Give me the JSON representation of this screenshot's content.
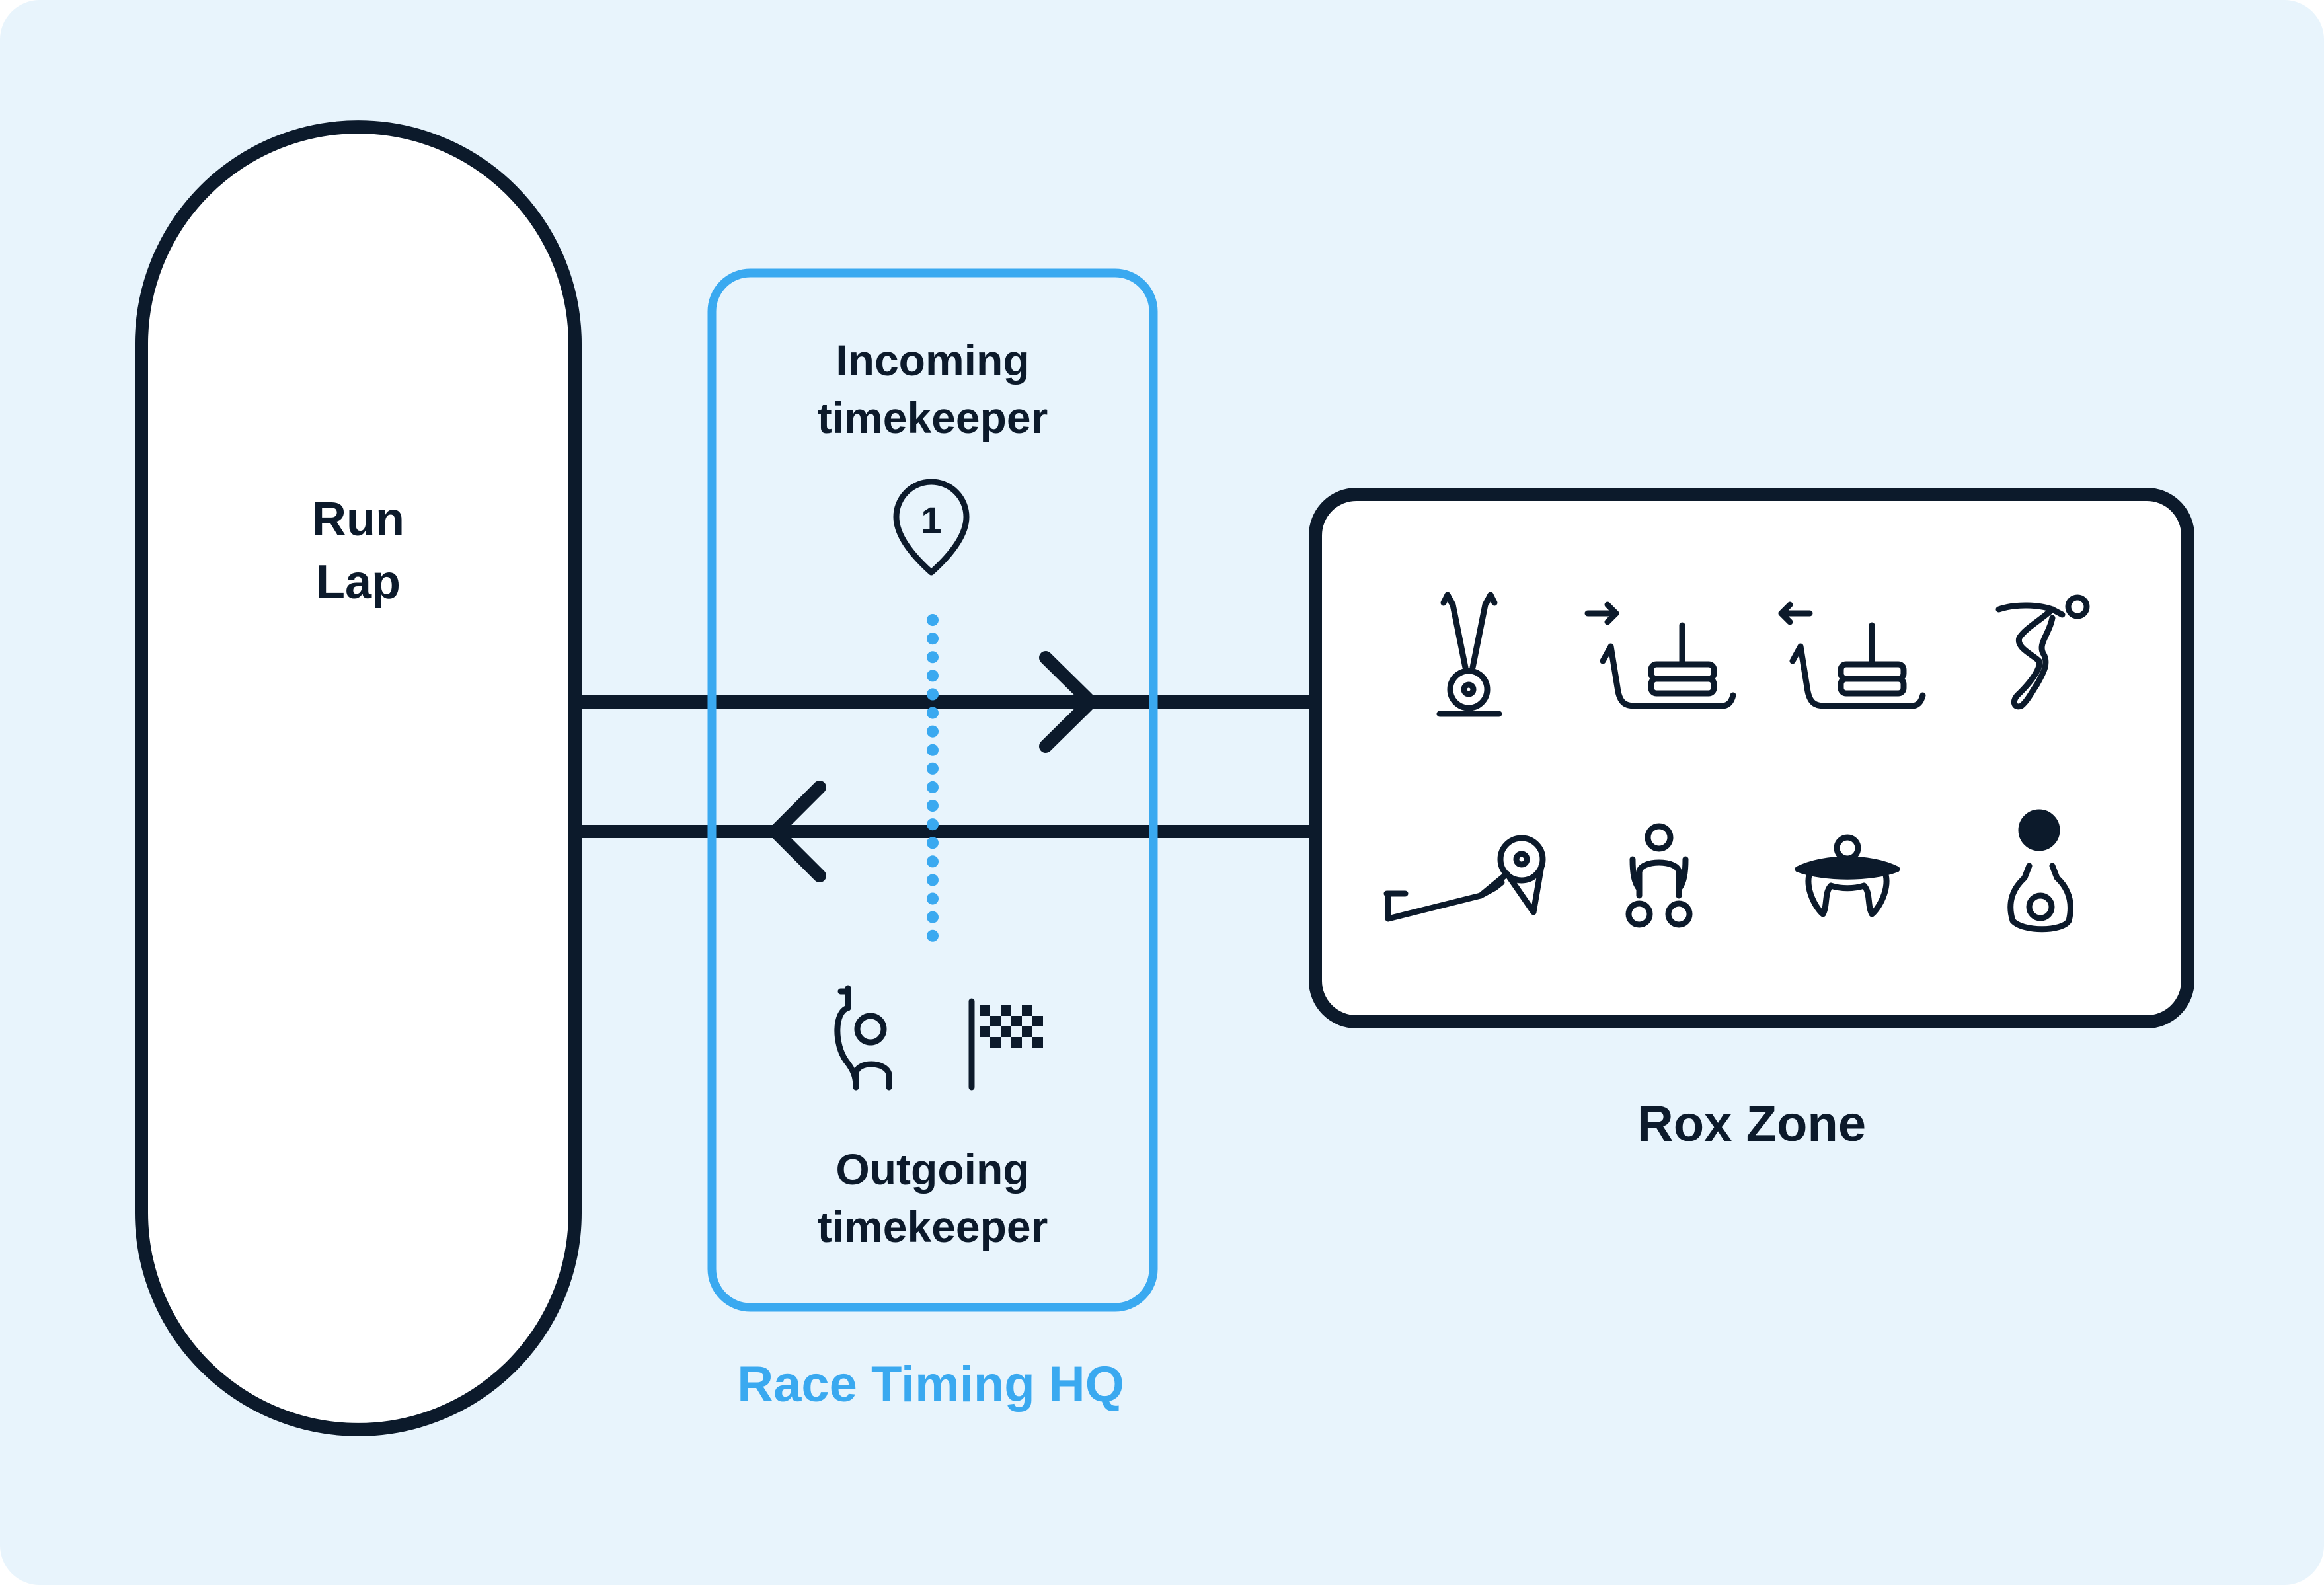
{
  "run_lap": {
    "label_line1": "Run",
    "label_line2": "Lap"
  },
  "timing_hq": {
    "title": "Race Timing HQ",
    "incoming": {
      "line1": "Incoming",
      "line2": "timekeeper",
      "marker_number": "1"
    },
    "outgoing": {
      "line1": "Outgoing",
      "line2": "timekeeper"
    }
  },
  "rox_zone": {
    "title": "Rox Zone",
    "stations": [
      "ski-erg-icon",
      "sled-push-icon",
      "sled-pull-icon",
      "burpee-broad-jump-icon",
      "rowing-icon",
      "farmers-carry-icon",
      "sandbag-lunges-icon",
      "wall-balls-icon"
    ]
  },
  "colors": {
    "background": "#e8f4fc",
    "ink": "#0c1a2b",
    "accent_blue": "#3aa9f0"
  }
}
